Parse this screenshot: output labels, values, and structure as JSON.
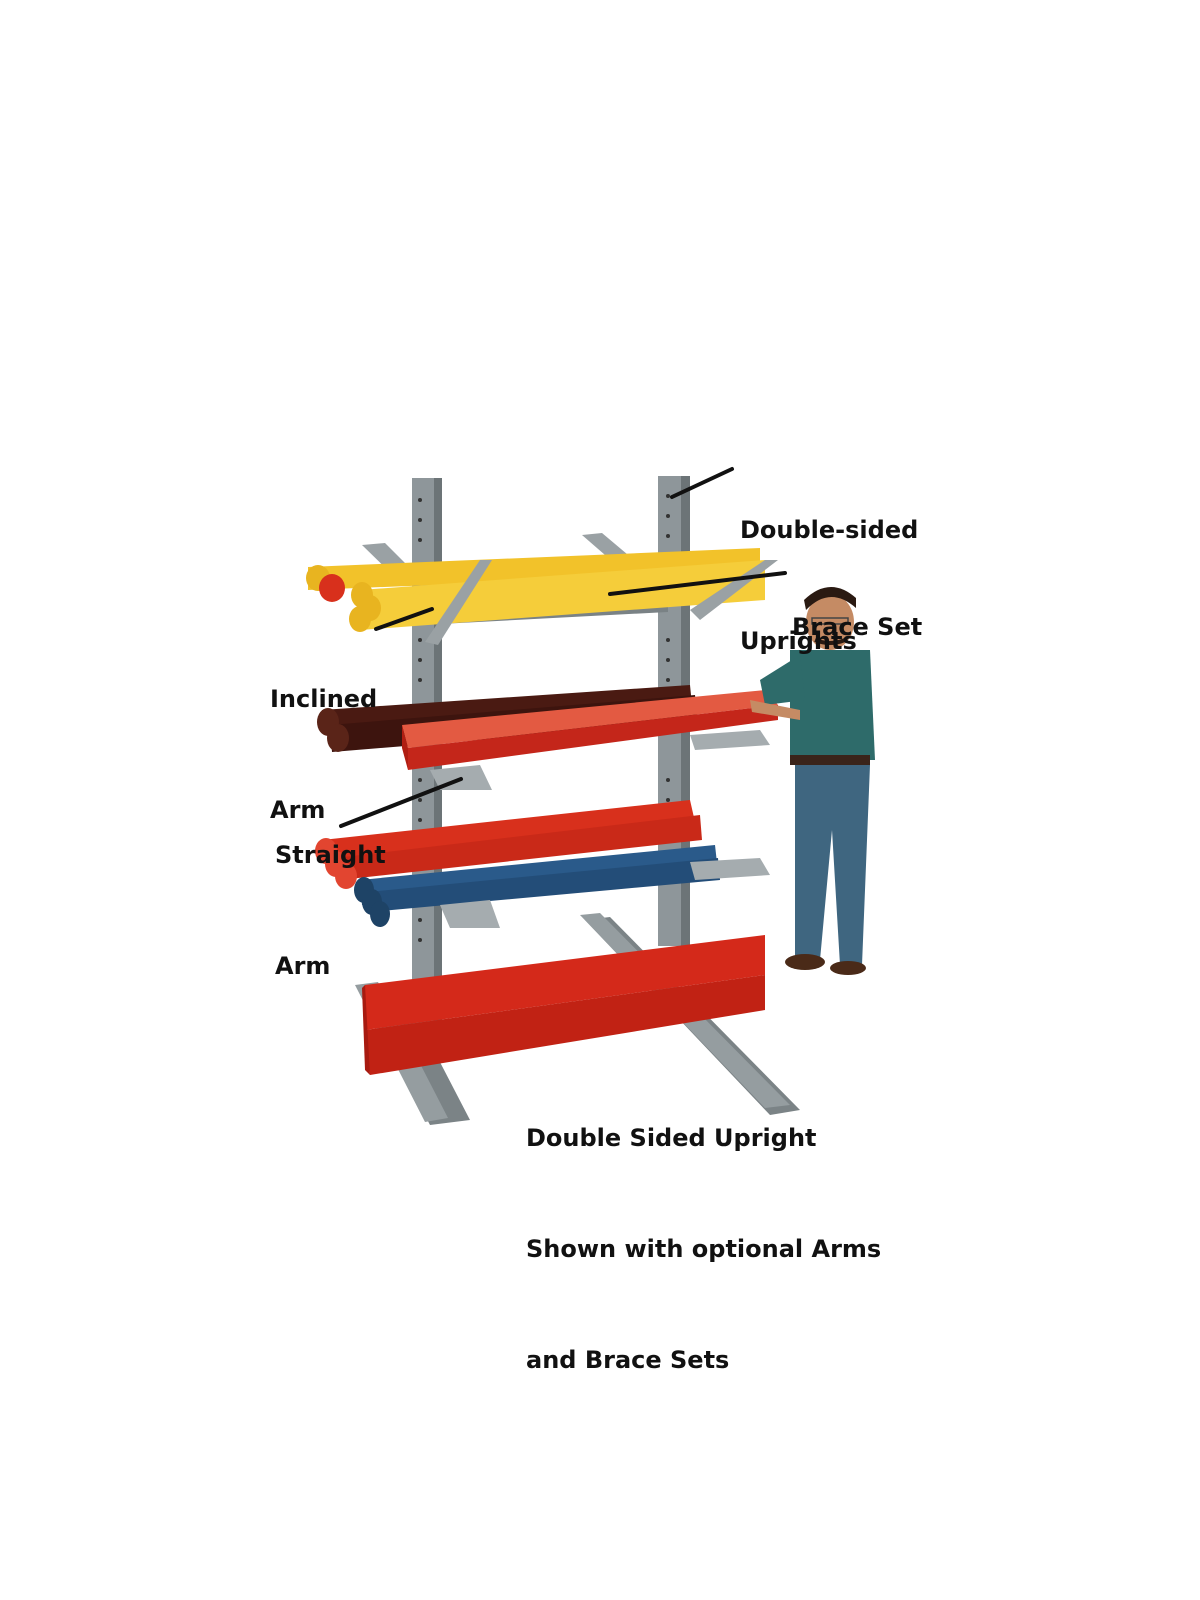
{
  "figure": {
    "subject": "Cantilever rack with stored materials and a man placing a board",
    "colors": {
      "upright": "#8e969a",
      "upright_dark": "#6c7477",
      "arm": "#a5acaf",
      "yellow_pipe": "#f2c22a",
      "brown_pipe": "#4a1a12",
      "red_pipe": "#d8301c",
      "blue_pipe": "#2a5a8a",
      "red_board": "#d4291a",
      "shirt": "#2e6b6a",
      "jeans": "#3f6680",
      "leader_line": "#111111"
    }
  },
  "callouts": [
    {
      "id": "double-sided-uprights",
      "line1": "Double-sided",
      "line2": "Uprights"
    },
    {
      "id": "brace-set",
      "line1": "Brace Set"
    },
    {
      "id": "inclined-arm",
      "line1": "Inclined",
      "line2": "Arm"
    },
    {
      "id": "straight-arm",
      "line1": "Straight",
      "line2": "Arm"
    },
    {
      "id": "caption",
      "line1": "Double Sided Upright",
      "line2": "Shown with optional Arms",
      "line3": "and Brace Sets"
    }
  ]
}
